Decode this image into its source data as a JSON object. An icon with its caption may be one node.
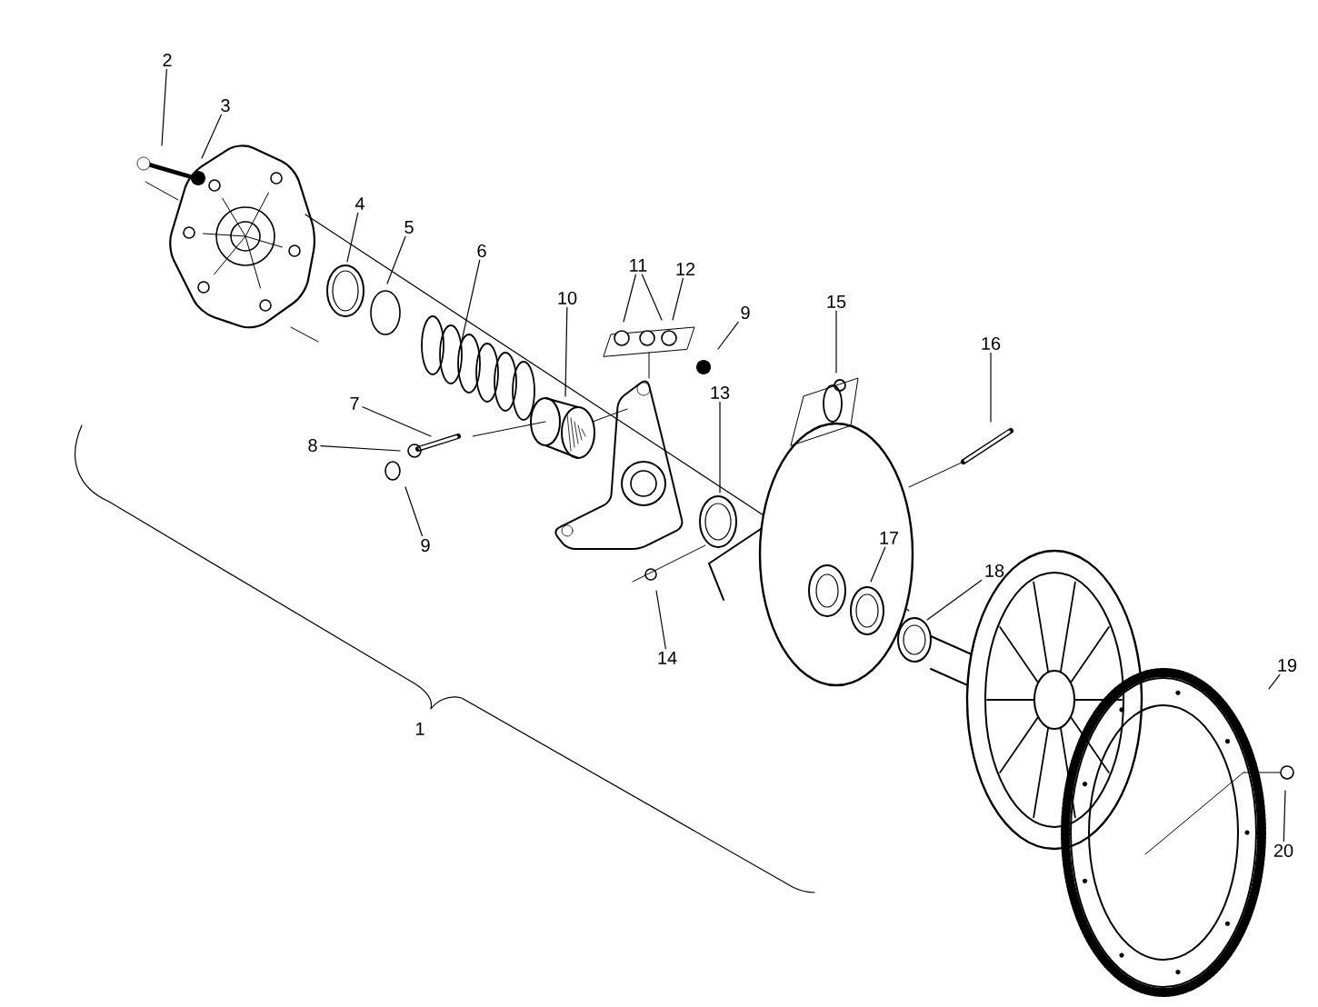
{
  "diagram": {
    "nodes": [
      {
        "text": [
          "2"
        ]
      },
      {
        "text": [
          "3"
        ]
      },
      {
        "text": [
          "4"
        ]
      },
      {
        "text": [
          "5"
        ]
      },
      {
        "text": [
          "6"
        ]
      },
      {
        "text": [
          "7"
        ]
      },
      {
        "text": [
          "8"
        ]
      },
      {
        "text": [
          "9"
        ]
      },
      {
        "text": [
          "10"
        ]
      },
      {
        "text": [
          "11"
        ]
      },
      {
        "text": [
          "12"
        ]
      },
      {
        "text": [
          "9"
        ]
      },
      {
        "text": [
          "13"
        ]
      },
      {
        "text": [
          "14"
        ]
      },
      {
        "text": [
          "15"
        ]
      },
      {
        "text": [
          "16"
        ]
      },
      {
        "text": [
          "17"
        ]
      },
      {
        "text": [
          "18"
        ]
      },
      {
        "text": [
          "19"
        ]
      },
      {
        "text": [
          "20"
        ]
      }
    ],
    "edges": [
      {
        "from": 0,
        "to": null,
        "arrow": "none"
      },
      {
        "from": 1,
        "to": null,
        "arrow": "none"
      },
      {
        "from": 2,
        "to": null,
        "arrow": "none"
      },
      {
        "from": 3,
        "to": null,
        "arrow": "none"
      },
      {
        "from": 4,
        "to": null,
        "arrow": "none"
      },
      {
        "from": 5,
        "to": null,
        "arrow": "none"
      },
      {
        "from": 6,
        "to": null,
        "arrow": "none"
      },
      {
        "from": 7,
        "to": null,
        "arrow": "none"
      },
      {
        "from": 8,
        "to": null,
        "arrow": "none"
      },
      {
        "from": 9,
        "to": null,
        "arrow": "none"
      },
      {
        "from": 9,
        "to": null,
        "arrow": "none"
      },
      {
        "from": 10,
        "to": null,
        "arrow": "none"
      },
      {
        "from": 11,
        "to": null,
        "arrow": "none"
      },
      {
        "from": 12,
        "to": null,
        "arrow": "none"
      },
      {
        "from": 13,
        "to": null,
        "arrow": "none"
      },
      {
        "from": 14,
        "to": null,
        "arrow": "none"
      },
      {
        "from": 15,
        "to": null,
        "arrow": "none"
      },
      {
        "from": 16,
        "to": null,
        "arrow": "none"
      },
      {
        "from": 17,
        "to": null,
        "arrow": "none"
      },
      {
        "from": 18,
        "to": null,
        "arrow": "none"
      },
      {
        "from": 19,
        "to": null,
        "arrow": "none"
      }
    ],
    "labels": [
      "1"
    ]
  }
}
